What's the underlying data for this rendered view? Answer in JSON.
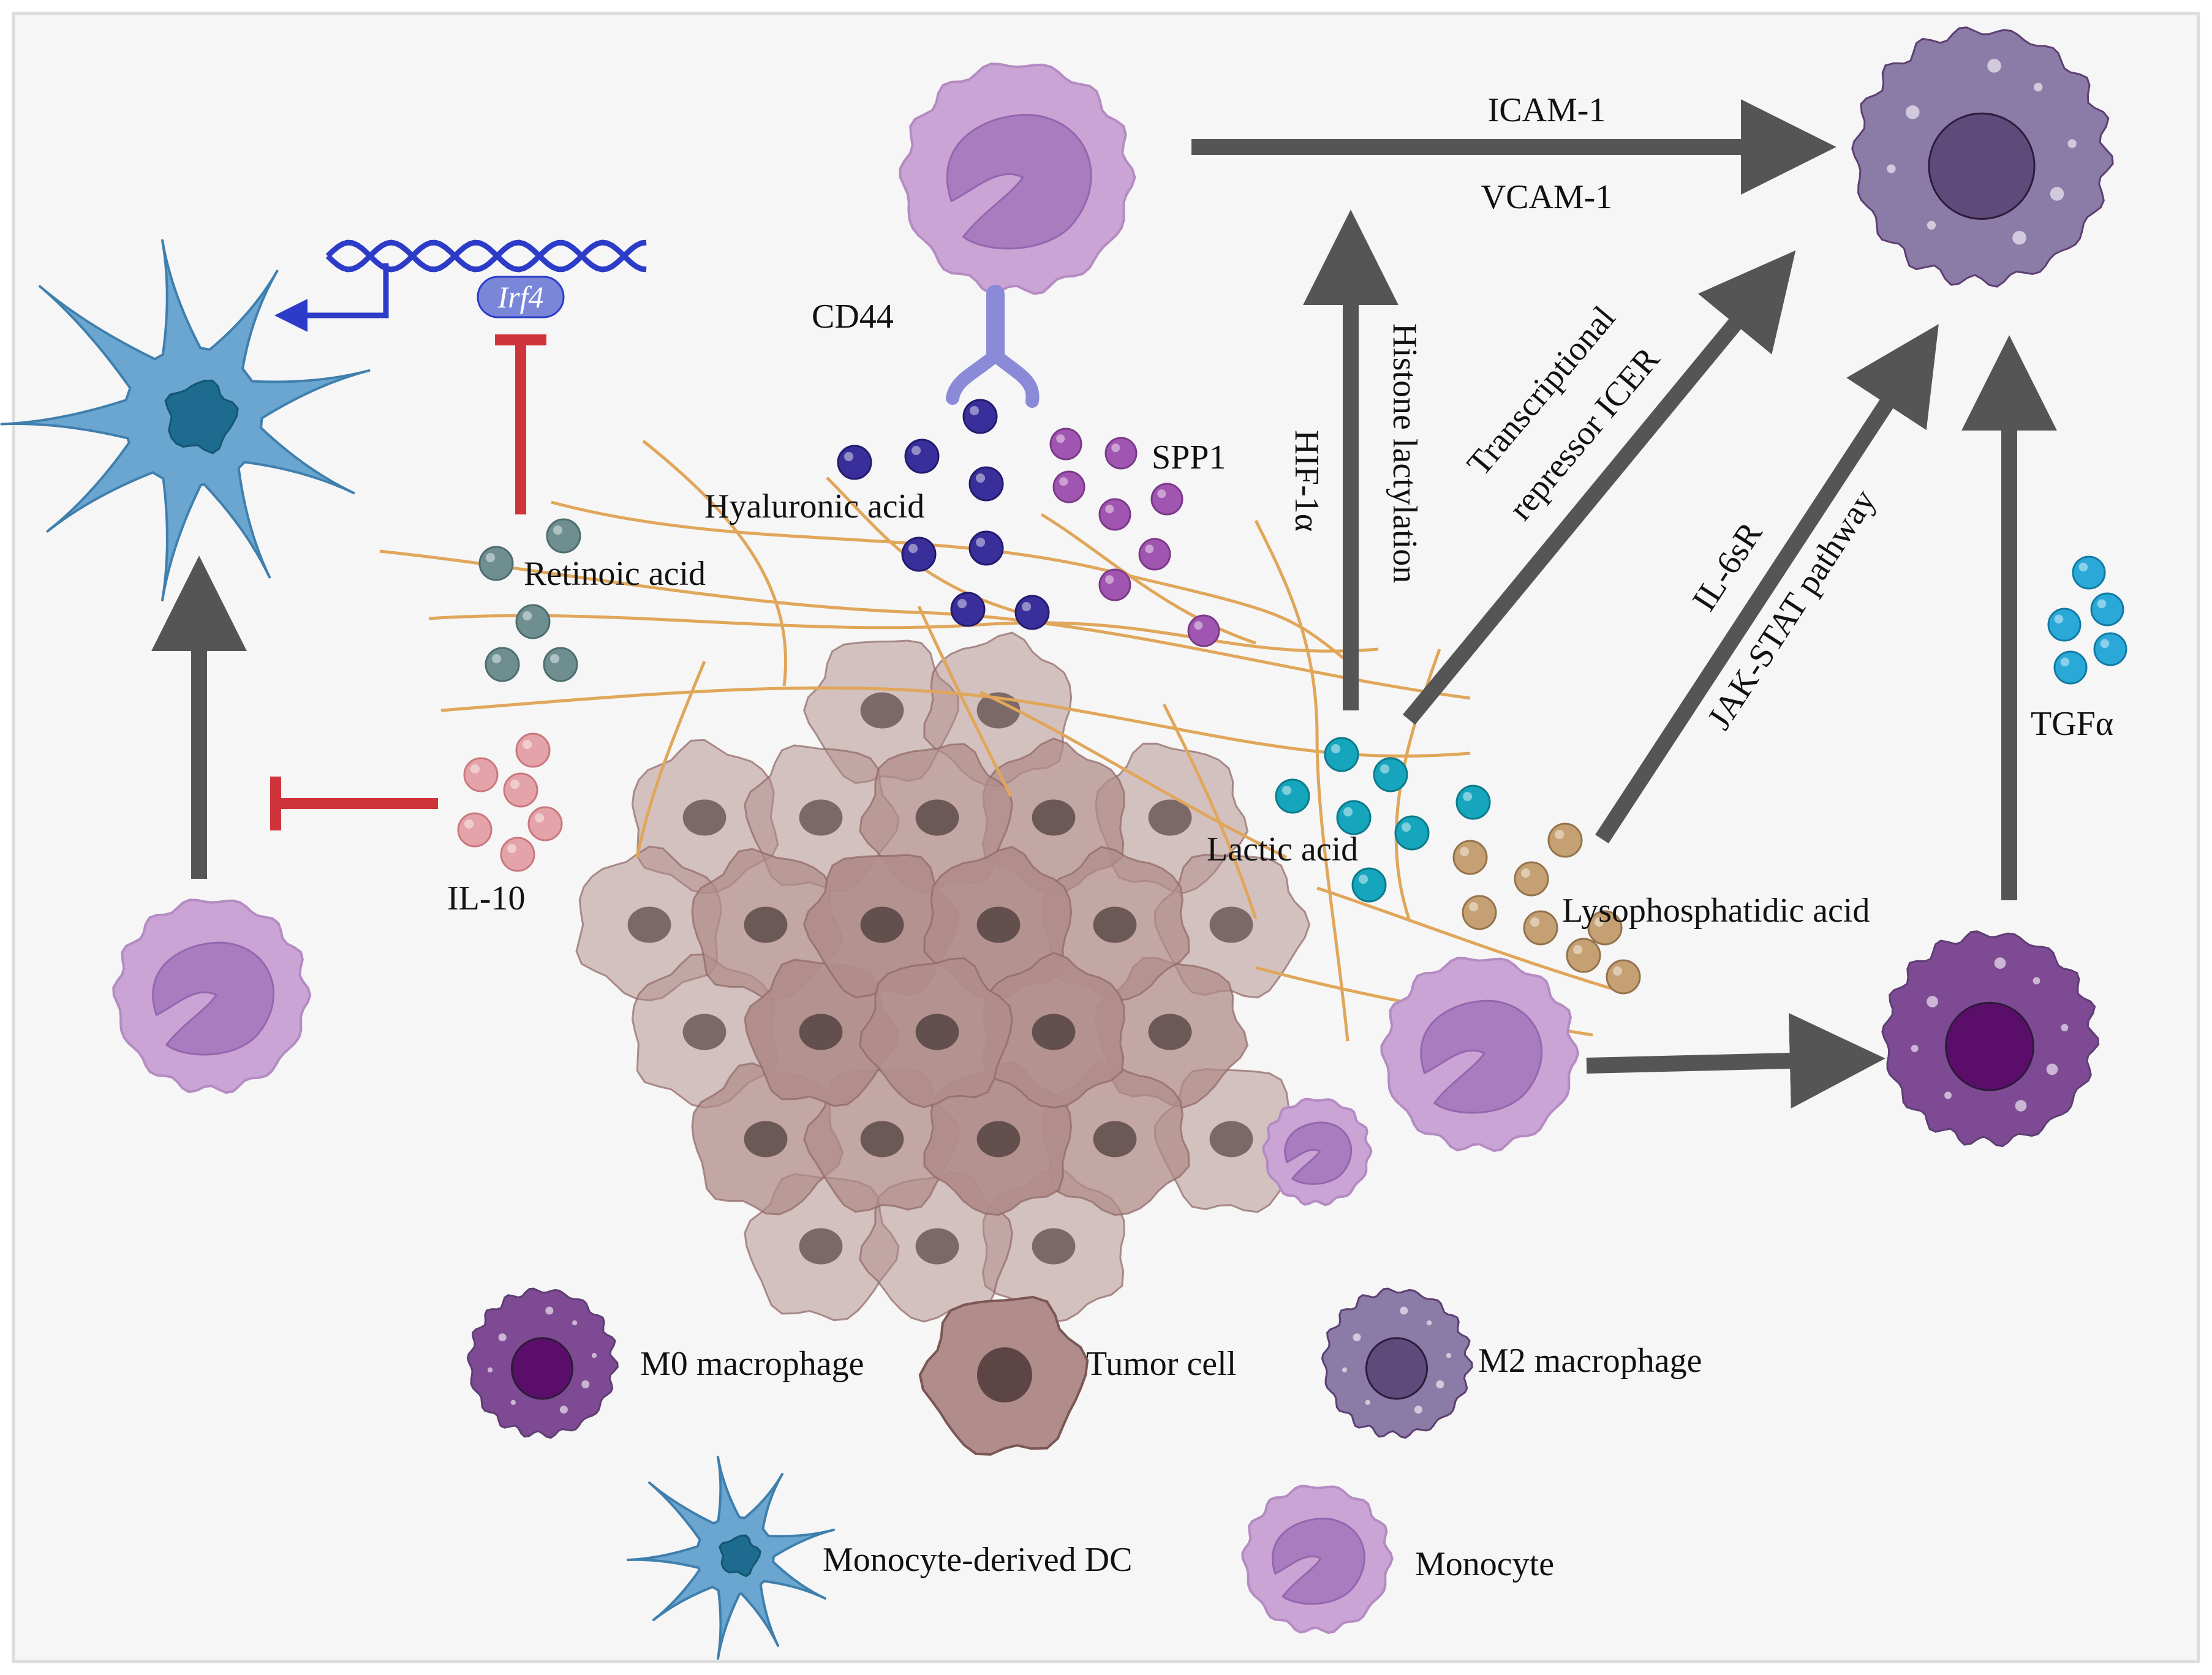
{
  "labels": {
    "icam1": "ICAM-1",
    "vcam1": "VCAM-1",
    "cd44": "CD44",
    "hyaluronic_acid": "Hyaluronic acid",
    "spp1": "SPP1",
    "retinoic_acid": "Retinoic  acid",
    "il10": "IL-10",
    "irf4": "Irf4",
    "hif1a": "HIF-1α",
    "histone_lactylation": "Histone lactylation",
    "transcriptional": "Transcriptional",
    "repressor_icer": "repressor ICER",
    "il6sr": "IL-6sR",
    "jak_stat": "JAK-STAT pathway",
    "tgfa": "TGFα",
    "lactic_acid": "Lactic acid",
    "lysophosphatidic_acid": "Lysophosphatidic acid"
  },
  "legend": [
    {
      "key": "m0",
      "label": "M0 macrophage"
    },
    {
      "key": "tumor",
      "label": "Tumor cell"
    },
    {
      "key": "m2",
      "label": "M2 macrophage"
    },
    {
      "key": "dc",
      "label": "Monocyte-derived DC"
    },
    {
      "key": "monocyte",
      "label": "Monocyte"
    }
  ],
  "colors": {
    "activation_arrow": "#555555",
    "inhibition": "#d0343b",
    "fiber": "#e0a65a",
    "hyaluronic_acid": "#3a2f9a",
    "spp1": "#a055b0",
    "retinoic_acid": "#6e8e90",
    "il10": "#e4a3a8",
    "lactic_acid": "#15a6bd",
    "lysophosphatidic_acid": "#c5a072",
    "tgfa": "#2aa9d9",
    "dna": "#2c3cc8",
    "monocyte": "#c9a4d4",
    "m0_macrophage": "#7e4a94",
    "m2_macrophage": "#8a7ba7",
    "tumor_cell": "#b08c8a",
    "dc": "#6aa6cf"
  }
}
